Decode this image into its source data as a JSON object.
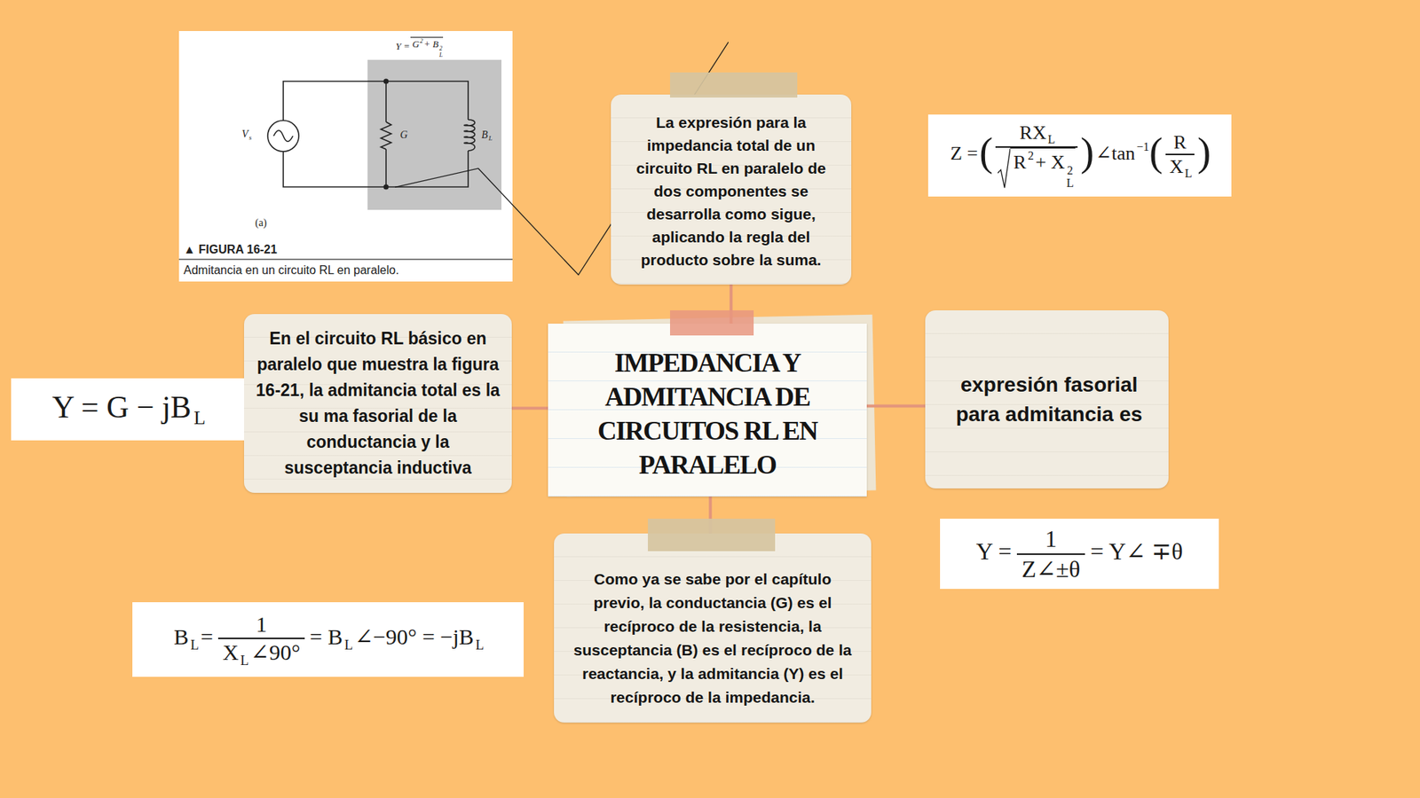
{
  "diagram": {
    "nodes": [
      {
        "text": [
          "IMPEDANCIA Y ADMITANCIA DE CIRCUITOS RL EN PARALELO"
        ]
      },
      {
        "text": [
          "La expresión para la impedancia total de un circuito RL en paralelo de dos componentes se desarrolla como sigue, aplicando la regla del producto sobre la suma."
        ]
      },
      {
        "text": [
          "Z =",
          "(",
          "RX",
          "L",
          "R",
          "2",
          "+ X",
          "L",
          "2",
          ")",
          "∠tan",
          "−1",
          "(",
          "R",
          "X",
          "L",
          ")"
        ]
      },
      {
        "text": [
          "En el circuito RL básico en paralelo que muestra la figura 16-21, la admitancia total es la su ma fasorial de la conductancia y la susceptancia inductiva"
        ]
      },
      {
        "text": [
          "Y = G − jB",
          "L"
        ]
      },
      {
        "text": [
          "expresión fasorial para admitancia es"
        ]
      },
      {
        "text": [
          "Y =",
          "1",
          "Z∠±θ",
          "= Y∠ ∓θ"
        ]
      },
      {
        "text": [
          "Como ya se sabe por el capítulo previo, la conductancia (G) es el recíproco de la resistencia, la susceptancia (B) es el recíproco de la reactancia, y la admitancia (Y) es el recíproco de la impedancia."
        ]
      },
      {
        "text": [
          "B",
          "L",
          "=",
          "1",
          "X",
          "L",
          "∠90°",
          "= B",
          "L",
          "∠−90° = −jB",
          "L"
        ]
      }
    ],
    "edges": [
      {
        "from": 0,
        "to": 1,
        "arrow": "none"
      },
      {
        "from": 0,
        "to": 3,
        "arrow": "none"
      },
      {
        "from": 0,
        "to": 5,
        "arrow": "none"
      },
      {
        "from": 0,
        "to": 7,
        "arrow": "none"
      }
    ],
    "labels": [
      "Y =",
      "G",
      "2",
      "+ B",
      "L",
      "2",
      "V",
      "s",
      "G",
      "B",
      "L",
      "(a)",
      "▲ FIGURA 16-21",
      "Admitancia en un circuito RL en paralelo."
    ]
  }
}
